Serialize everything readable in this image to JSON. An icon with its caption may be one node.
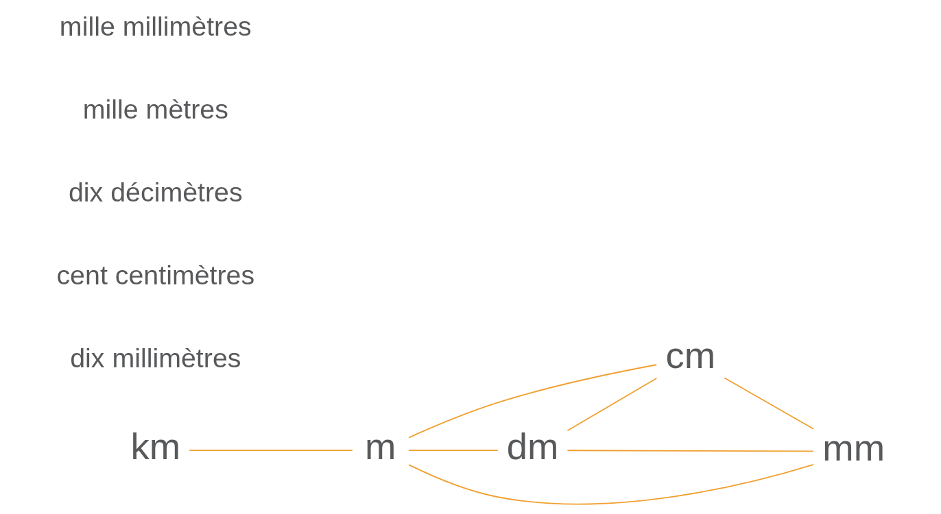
{
  "diagram": {
    "nodes": [
      {
        "text": [
          "km"
        ]
      },
      {
        "text": [
          "dm"
        ]
      },
      {
        "text": [
          "m"
        ]
      },
      {
        "text": [
          "cm"
        ]
      },
      {
        "text": [
          "mm"
        ]
      }
    ],
    "edges": [
      {
        "from": 0,
        "to": 2,
        "arrow": "none"
      },
      {
        "from": 2,
        "to": 1,
        "arrow": "none"
      },
      {
        "from": 1,
        "to": 3,
        "arrow": "none"
      },
      {
        "from": 2,
        "to": 3,
        "arrow": "none"
      },
      {
        "from": 1,
        "to": 4,
        "arrow": "none"
      },
      {
        "from": 2,
        "to": 4,
        "arrow": "none"
      },
      {
        "from": 3,
        "to": 4,
        "arrow": "none"
      }
    ],
    "labels": [
      "mille millimètres",
      "mille mètres",
      "dix décimètres",
      "cent centimètres",
      "dix millimètres"
    ]
  }
}
